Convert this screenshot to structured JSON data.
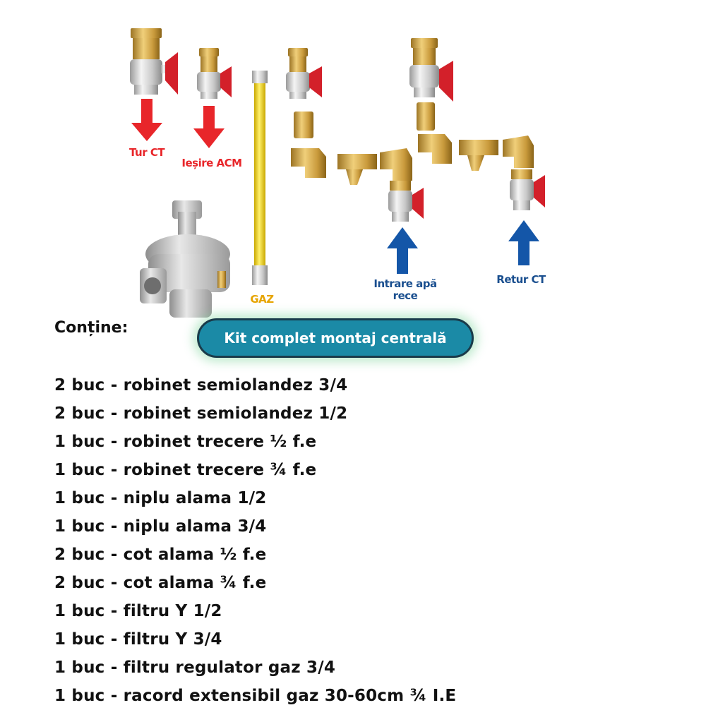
{
  "callouts": {
    "tur_ct": "Tur CT",
    "iesire_acm": "Ieșire ACM",
    "gaz": "GAZ",
    "intrare_apa_rece": "Intrare apă rece",
    "retur_ct": "Retur CT"
  },
  "contents_label": "Conține:",
  "kit_title": "Kit complet montaj centrală",
  "items": [
    "2 buc - robinet semiolandez 3/4",
    "2 buc - robinet semiolandez 1/2",
    "1 buc - robinet trecere ½ f.e",
    "1 buc - robinet trecere ¾ f.e",
    "1 buc - niplu alama 1/2",
    "1 buc - niplu alama 3/4",
    "2 buc - cot alama ½ f.e",
    "2 buc - cot alama ¾ f.e",
    "1 buc - filtru Y 1/2",
    "1 buc - filtru Y 3/4",
    "1 buc - filtru regulator gaz 3/4",
    "1 buc - racord extensibil gaz 30-60cm ¾ I.E"
  ],
  "colors": {
    "arrow_red": "#e8262a",
    "arrow_blue": "#1456a8",
    "badge_bg": "#1b8aa6",
    "brass": "#c9a24a",
    "chrome": "#d9d9d9",
    "handle_red": "#d3202a",
    "hose_yellow": "#f2d21b"
  }
}
